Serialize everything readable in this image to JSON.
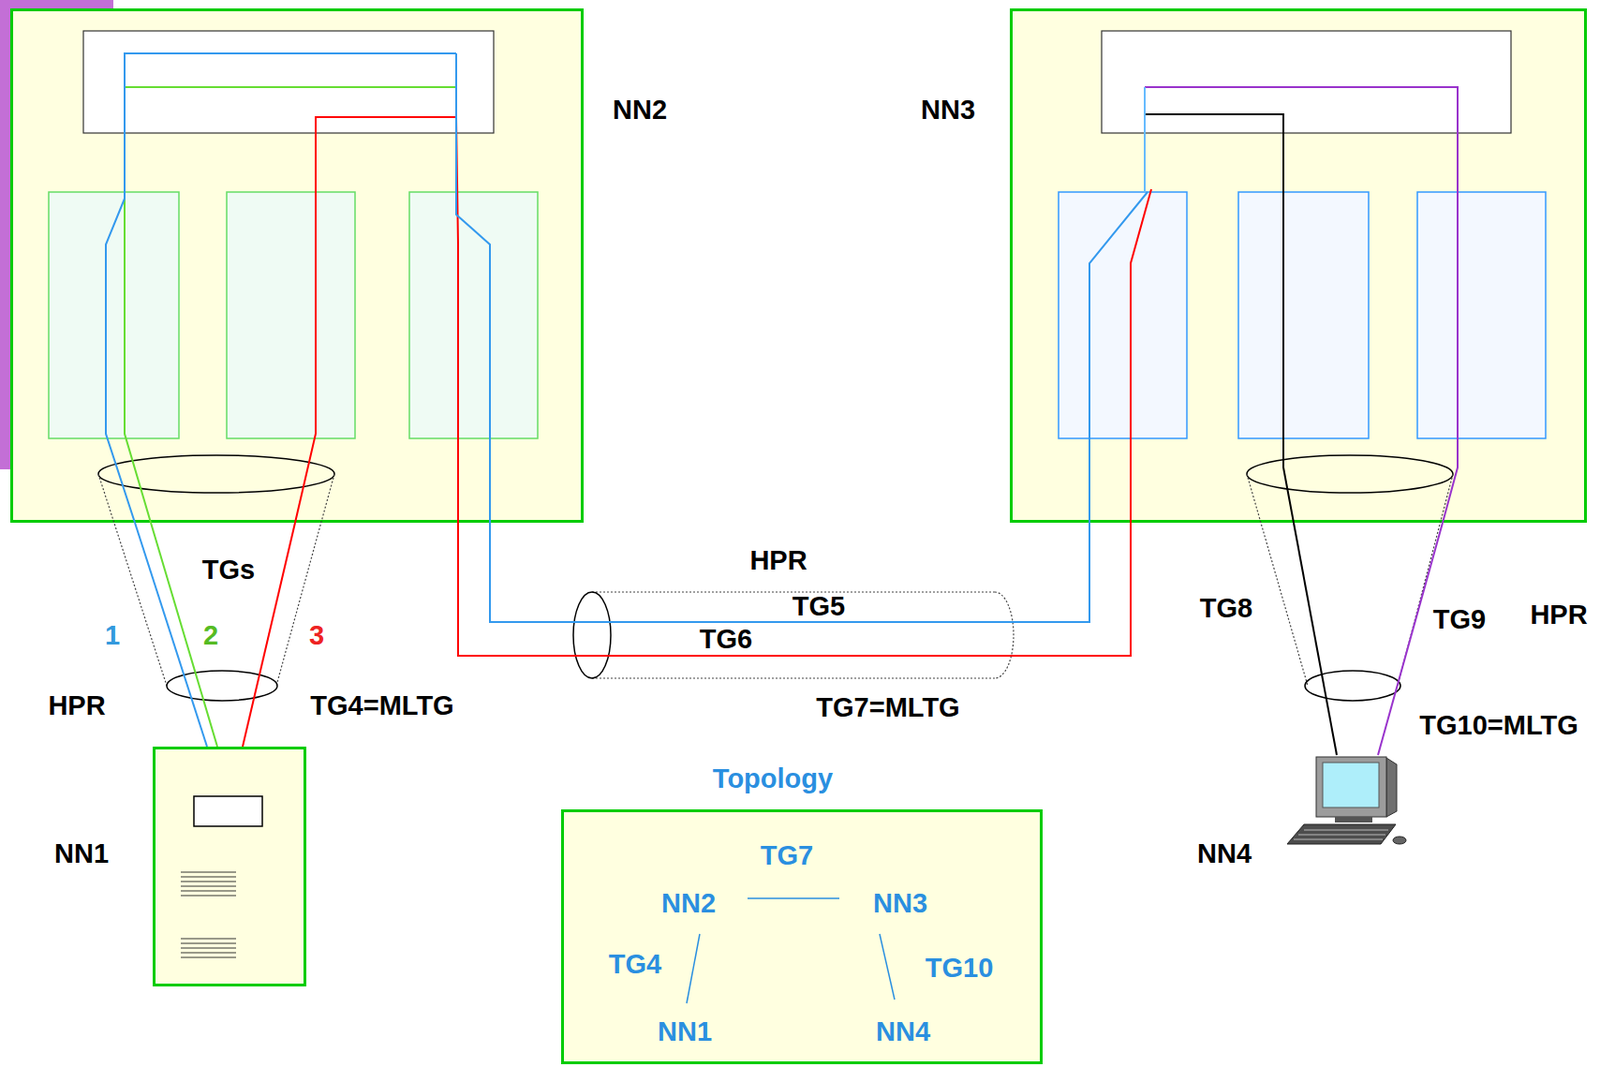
{
  "diagram": {
    "nodes": [
      {
        "text": [
          "NN2"
        ]
      },
      {
        "text": [
          "NN3"
        ]
      },
      {
        "text": [
          "NN1"
        ]
      },
      {
        "text": [
          "Topology",
          "TG7",
          "NN2",
          "NN3",
          "TG4",
          "TG10",
          "NN1",
          "NN4"
        ]
      },
      {
        "text": [
          "NN4"
        ]
      }
    ],
    "edges": [
      {
        "from": 0,
        "to": 2,
        "arrow": "none"
      },
      {
        "from": 0,
        "to": 2,
        "arrow": "none"
      },
      {
        "from": 0,
        "to": 2,
        "arrow": "none"
      },
      {
        "from": 0,
        "to": 1,
        "arrow": "none"
      },
      {
        "from": 0,
        "to": 1,
        "arrow": "none"
      },
      {
        "from": 1,
        "to": 4,
        "arrow": "none"
      },
      {
        "from": 1,
        "to": 4,
        "arrow": "none"
      }
    ],
    "labels": [
      "TGs",
      "1",
      "2",
      "3",
      "HPR",
      "TG4=MLTG",
      "HPR",
      "TG5",
      "TG6",
      "TG7=MLTG",
      "TG8",
      "TG9",
      "HPR",
      "TG10=MLTG"
    ]
  }
}
